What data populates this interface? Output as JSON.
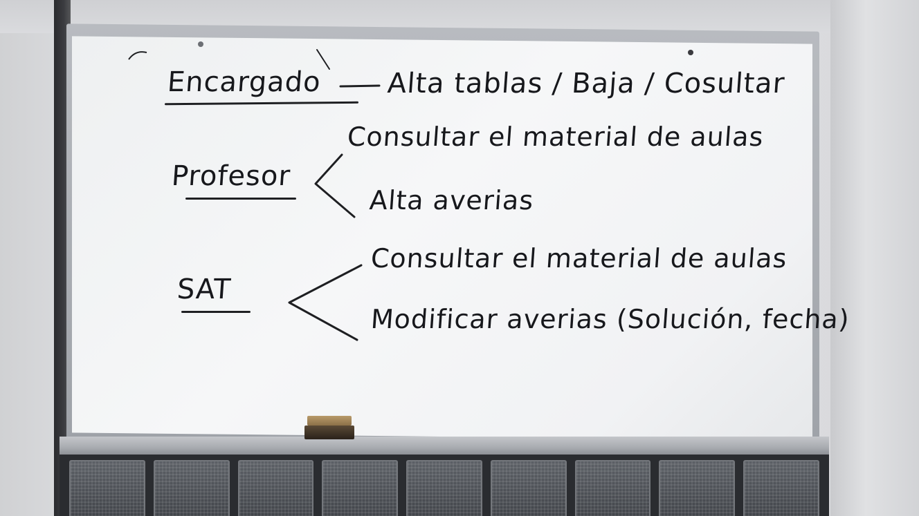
{
  "whiteboard": {
    "encargado": {
      "role": "Encargado",
      "actions": "Alta tablas / Baja / Cosultar"
    },
    "profesor": {
      "role": "Profesor",
      "actions": [
        "Consultar el material de aulas",
        "Alta averias"
      ]
    },
    "sat": {
      "role": "SAT",
      "actions": [
        "Consultar el material de aulas",
        "Modificar averias (Solución, fecha)"
      ]
    }
  },
  "colors": {
    "ink": "#17181c",
    "board": "#f3f4f6",
    "frame": "#a9acb1"
  }
}
